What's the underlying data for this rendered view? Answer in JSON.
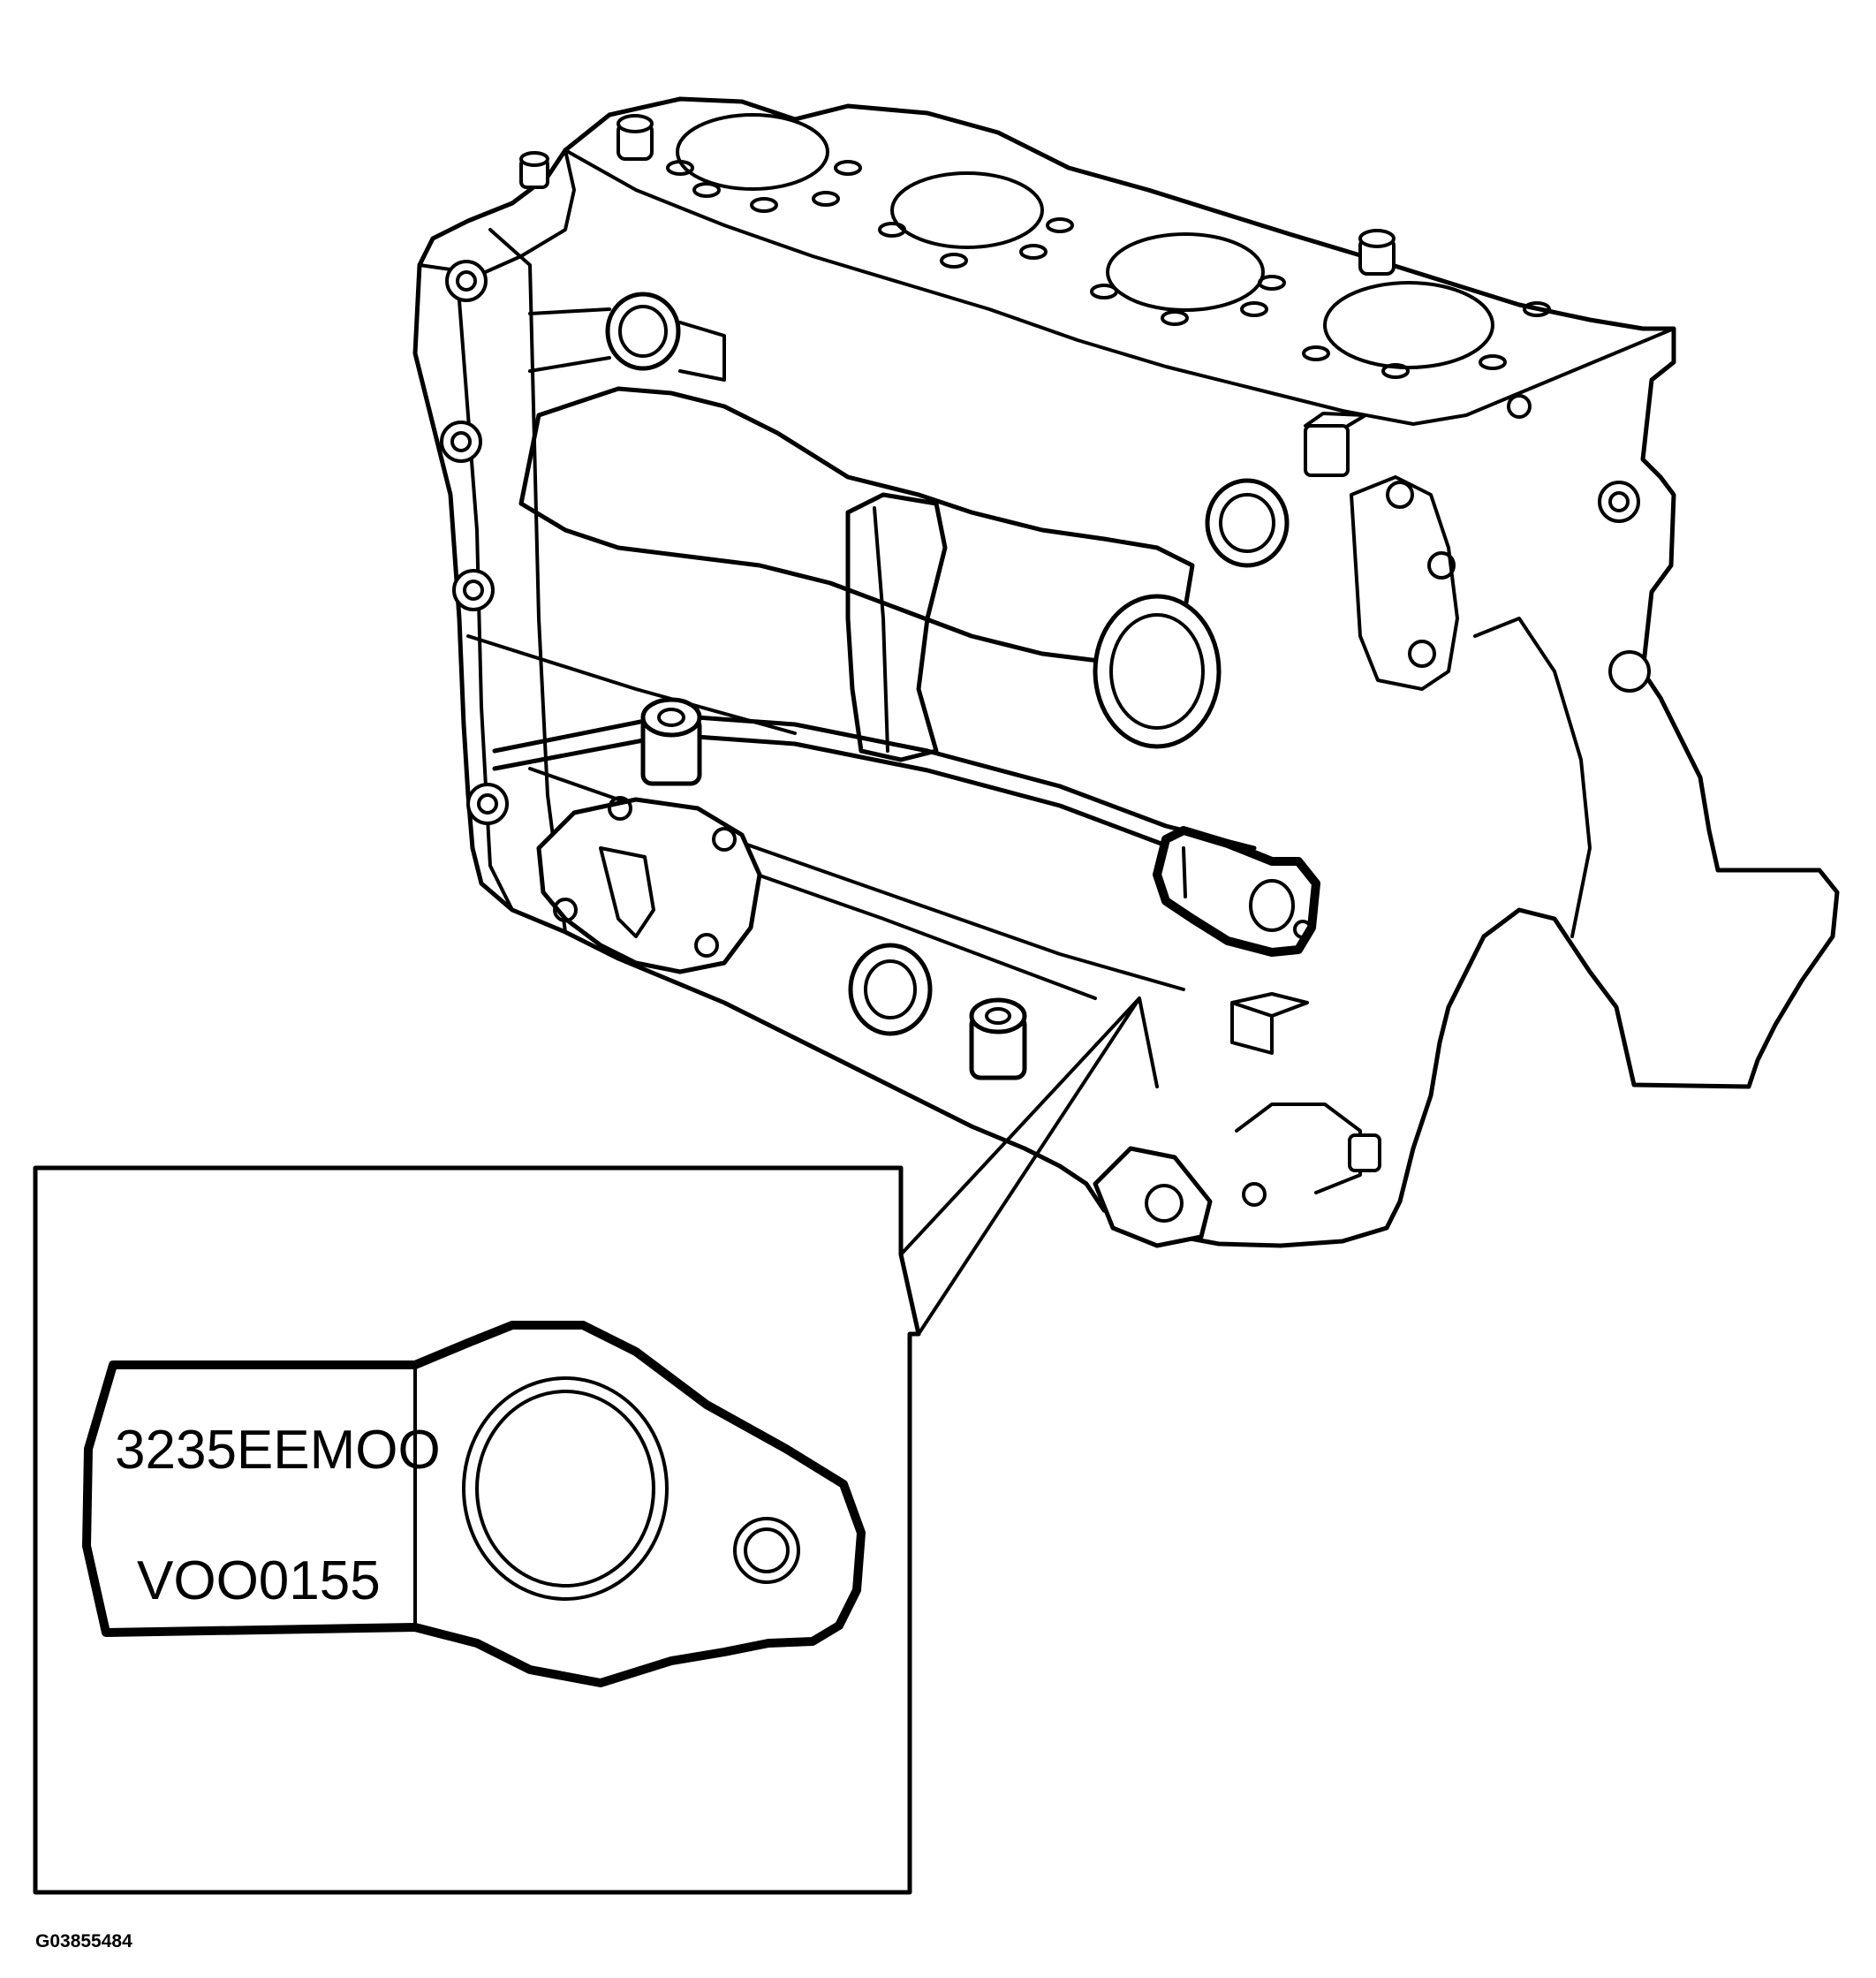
{
  "figure": {
    "figure_id": "G03855484"
  },
  "gasket_detail": {
    "marking_line_1": "3235EEMOO",
    "marking_line_2": "VOO0155"
  },
  "colors": {
    "line": "#000000",
    "background": "#ffffff"
  }
}
